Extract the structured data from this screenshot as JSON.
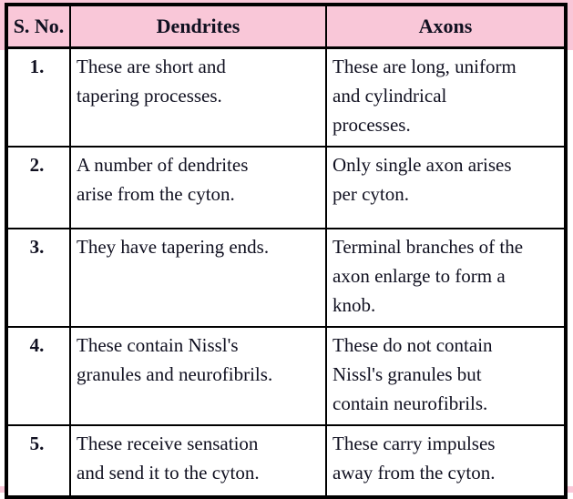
{
  "colors": {
    "header_bg": "#f9c7d8",
    "border": "#000000",
    "text": "#101020",
    "cell_bg": "#ffffff"
  },
  "table": {
    "columns": [
      "S. No.",
      "Dendrites",
      "Axons"
    ],
    "rows": [
      {
        "no": "1.",
        "dendrites": "These are short and\ntapering processes.",
        "axons": "These are long, uniform\nand cylindrical\nprocesses."
      },
      {
        "no": "2.",
        "dendrites": "A number of dendrites\narise from the cyton.",
        "axons": "Only single axon arises\nper cyton."
      },
      {
        "no": "3.",
        "dendrites": "They have tapering ends.",
        "axons": "Terminal branches of the\naxon enlarge to form a\nknob."
      },
      {
        "no": "4.",
        "dendrites": "These contain Nissl's\ngranules and neurofibrils.",
        "axons": "These do not contain\nNissl's granules but\ncontain neurofibrils."
      },
      {
        "no": "5.",
        "dendrites": "These receive sensation\nand send it to the cyton.",
        "axons": "These carry impulses\naway from the cyton."
      }
    ]
  }
}
